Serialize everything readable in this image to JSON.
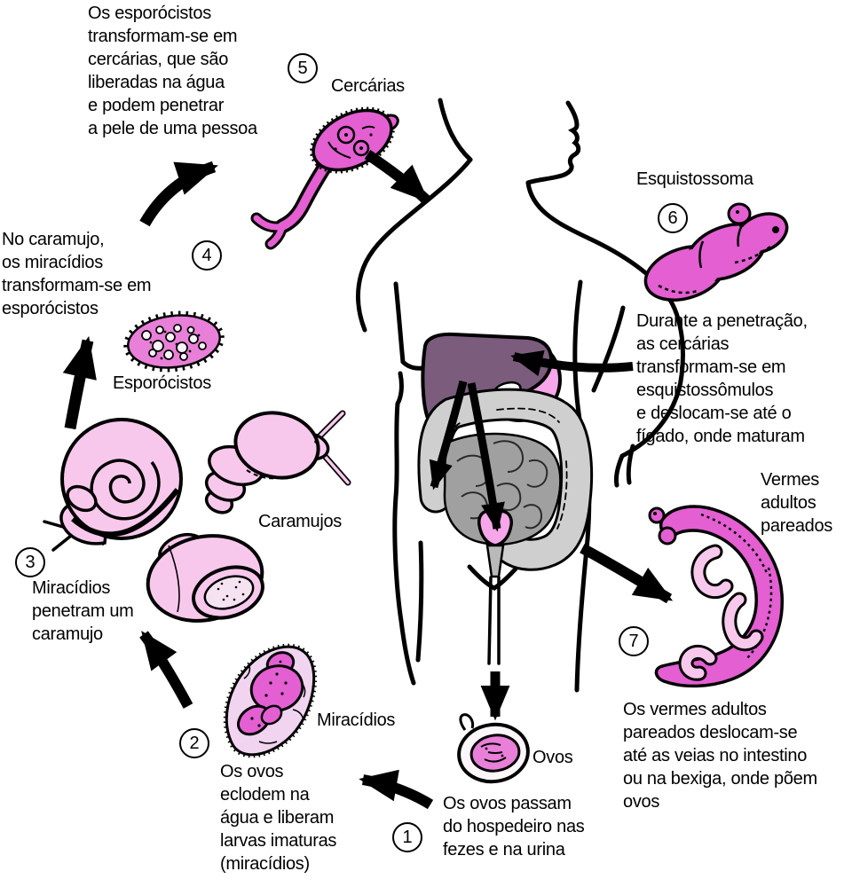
{
  "steps": [
    {
      "number": "1",
      "text": "Os ovos passam\ndo hospedeiro nas\nfezes e na urina"
    },
    {
      "number": "2",
      "text": "Os ovos\neclodem na\nágua e liberam\nlarvas imaturas\n(miracídios)"
    },
    {
      "number": "3",
      "text": "Miracídios\npenetram um\ncaramujo"
    },
    {
      "number": "4",
      "text": "No caramujo,\nos miracídios\ntransformam-se em\nesporócistos"
    },
    {
      "number": "5",
      "text": "Os esporócistos\ntransformam-se em\ncercárias, que são\nliberadas na água\ne podem penetrar\na pele de uma pessoa"
    },
    {
      "number": "6",
      "text": "Durante a penetração,\nas cercárias\ntransformam-se em\nesquistossômulos\ne deslocam-se até o\nfígado, onde maturam"
    },
    {
      "number": "7",
      "text": "Os vermes adultos\npareados deslocam-se\naté as veias no intestino\nou na bexiga, onde põem\novos"
    }
  ],
  "labels": {
    "cercarias": "Cercárias",
    "esporocistos": "Esporócistos",
    "caramujos": "Caramujos",
    "miracidios": "Miracídios",
    "ovos": "Ovos",
    "esquistossoma": "Esquistossoma",
    "vermes_adultos": "Vermes\nadultos\npareados"
  },
  "colors": {
    "worm-magenta": "#e35fd2",
    "light-pink": "#f8c8ec",
    "pale-pink": "#f0d4f0",
    "sporocyst-pink": "#e87fd8",
    "liver-purple": "#7b5c7d",
    "stomach-pink": "#f7a6ea",
    "colon-gray": "#cfcfcf",
    "intestine-gray": "#a0a0a0",
    "background": "#ffffff"
  }
}
